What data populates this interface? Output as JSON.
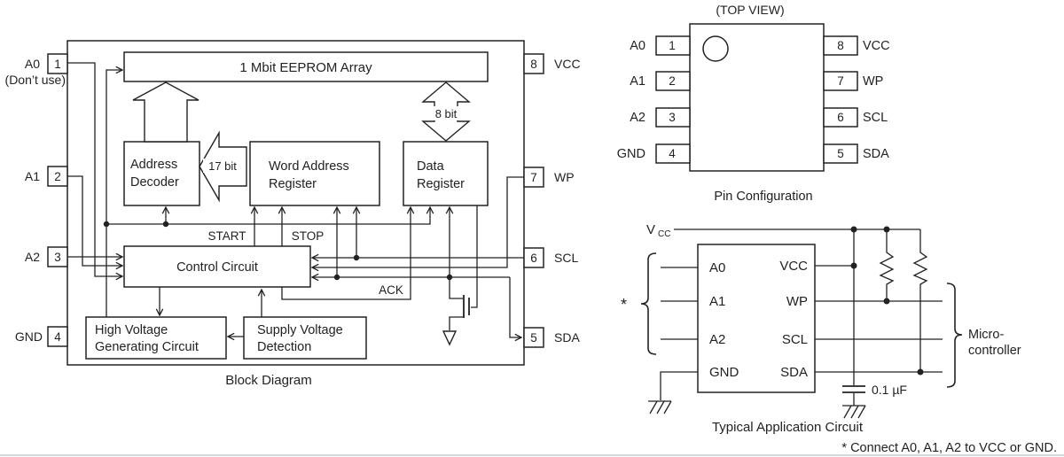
{
  "meta": {
    "ink_color": "#222222",
    "bottom_rule_color": "#cdd8e0"
  },
  "block_diagram": {
    "caption": "Block Diagram",
    "eeprom_label": "1 Mbit EEPROM Array",
    "blocks": {
      "address_decoder": [
        "Address",
        "Decoder"
      ],
      "word_address_register": [
        "Word Address",
        "Register"
      ],
      "data_register": [
        "Data",
        "Register"
      ],
      "control_circuit": "Control Circuit",
      "high_voltage": [
        "High Voltage",
        "Generating Circuit"
      ],
      "supply_voltage": [
        "Supply Voltage",
        "Detection"
      ]
    },
    "bus_labels": {
      "b17": "17 bit",
      "b8": "8 bit"
    },
    "signal_labels": {
      "start": "START",
      "stop": "STOP",
      "ack": "ACK"
    },
    "pins_left": [
      {
        "num": "1",
        "name": "A0",
        "note": "(Don’t use)"
      },
      {
        "num": "2",
        "name": "A1"
      },
      {
        "num": "3",
        "name": "A2"
      },
      {
        "num": "4",
        "name": "GND"
      }
    ],
    "pins_right": [
      {
        "num": "8",
        "name": "VCC"
      },
      {
        "num": "7",
        "name": "WP"
      },
      {
        "num": "6",
        "name": "SCL"
      },
      {
        "num": "5",
        "name": "SDA"
      }
    ]
  },
  "pin_config": {
    "caption": "Pin Configuration",
    "view_label": "(TOP VIEW)",
    "pins_left": [
      {
        "num": "1",
        "name": "A0"
      },
      {
        "num": "2",
        "name": "A1"
      },
      {
        "num": "3",
        "name": "A2"
      },
      {
        "num": "4",
        "name": "GND"
      }
    ],
    "pins_right": [
      {
        "num": "8",
        "name": "VCC"
      },
      {
        "num": "7",
        "name": "WP"
      },
      {
        "num": "6",
        "name": "SCL"
      },
      {
        "num": "5",
        "name": "SDA"
      }
    ]
  },
  "app_circuit": {
    "caption": "Typical Application Circuit",
    "rail_label": "V",
    "rail_label_sub": "CC",
    "chip_left_pins": [
      "A0",
      "A1",
      "A2",
      "GND"
    ],
    "chip_right_pins": [
      "VCC",
      "WP",
      "SCL",
      "SDA"
    ],
    "capacitor_label": "0.1 µF",
    "micro_label": [
      "Micro-",
      "controller"
    ],
    "asterisk": "*",
    "footnote": "* Connect A0, A1, A2 to VCC or GND."
  }
}
